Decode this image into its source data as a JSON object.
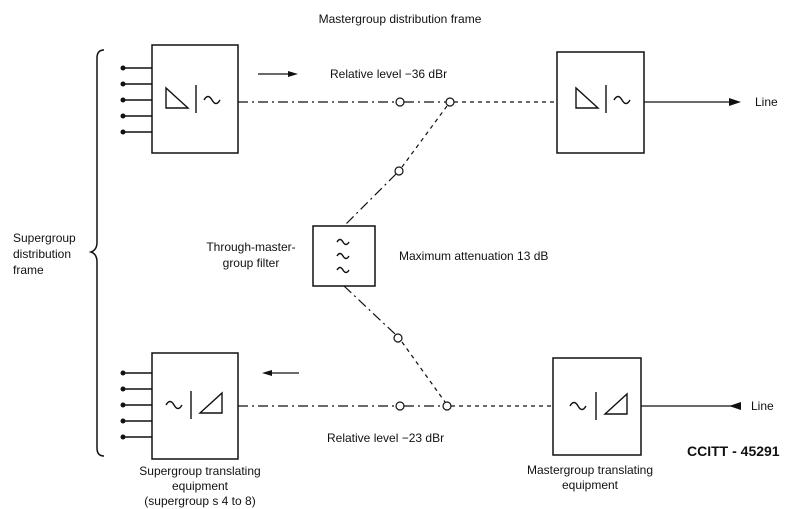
{
  "labels": {
    "title": "Mastergroup distribution frame",
    "level_top": "Relative level −36 dBr",
    "level_bottom": "Relative level −23 dBr",
    "max_attenuation": "Maximum attenuation 13 dB",
    "filter_line1": "Through-master-",
    "filter_line2": "group filter",
    "supergroup_frame_line1": "Supergroup",
    "supergroup_frame_line2": "distribution",
    "supergroup_frame_line3": "frame",
    "line_top": "Line",
    "line_bottom": "Line",
    "sg_equip_line1": "Supergroup translating",
    "sg_equip_line2": "equipment",
    "sg_equip_line3": "(supergroup s 4 to 8)",
    "mg_equip_line1": "Mastergroup translating",
    "mg_equip_line2": "equipment",
    "reference": "CCITT - 45291"
  },
  "symbols": {
    "modulator_icon": "triangle-tilde",
    "demodulator_icon": "tilde-triangle",
    "filter_icon": "triple-tilde"
  },
  "colors": {
    "ink": "#111111",
    "background": "#ffffff"
  }
}
